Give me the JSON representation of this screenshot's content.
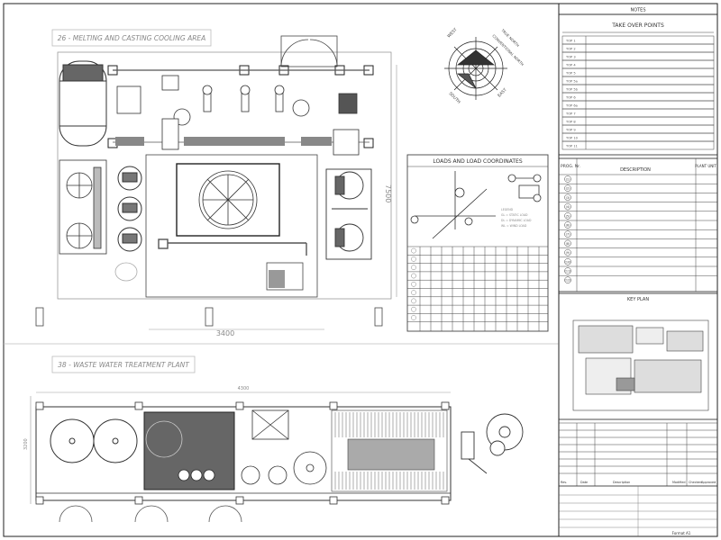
{
  "drawing": {
    "area_26_title": "26 - MELTING AND CASTING COOLING AREA",
    "area_38_title": "38 - WASTE WATER TREATMENT PLANT",
    "dim_width_26": "3400",
    "dim_height_26": "7500",
    "dim_width_38": "4300",
    "dim_height_38": "3200",
    "load_panel_title": "LOADS AND LOAD COORDINATES",
    "load_legend": [
      "LEGEND",
      "GL = STATIC LOAD",
      "DL = DYNAMIC LOAD",
      "WL = WIND LOAD"
    ],
    "compass_labels": [
      "TRUE NORTH",
      "CONVENTIONAL NORTH",
      "WEST",
      "SOUTH",
      "EAST"
    ]
  },
  "sidebar": {
    "notes_title": "NOTES",
    "takeover_title": "TAKE OVER POINTS",
    "takeover_items": [
      "TOP 1",
      "TOP 2",
      "TOP 3",
      "TOP 4",
      "TOP 5",
      "TOP 5a",
      "TOP 5b",
      "TOP 6",
      "TOP 6a",
      "TOP 7",
      "TOP 8",
      "TOP 9",
      "TOP 10",
      "TOP 11"
    ],
    "prog_header": "PROG. Nr.",
    "desc_header": "DESCRIPTION",
    "plant_unit_header": "PLANT UNIT",
    "prog_items": [
      "(1)",
      "(2)",
      "(3)",
      "(4)",
      "(5)",
      "(6)",
      "(7)",
      "(8)",
      "(9)",
      "(10)",
      "(11)",
      "(12)"
    ],
    "key_plan_title": "KEY PLAN",
    "revision_headers": [
      "Rev.",
      "Date",
      "Description",
      "Modified",
      "Checked",
      "Approved"
    ],
    "sheet_label": "Format A1"
  }
}
